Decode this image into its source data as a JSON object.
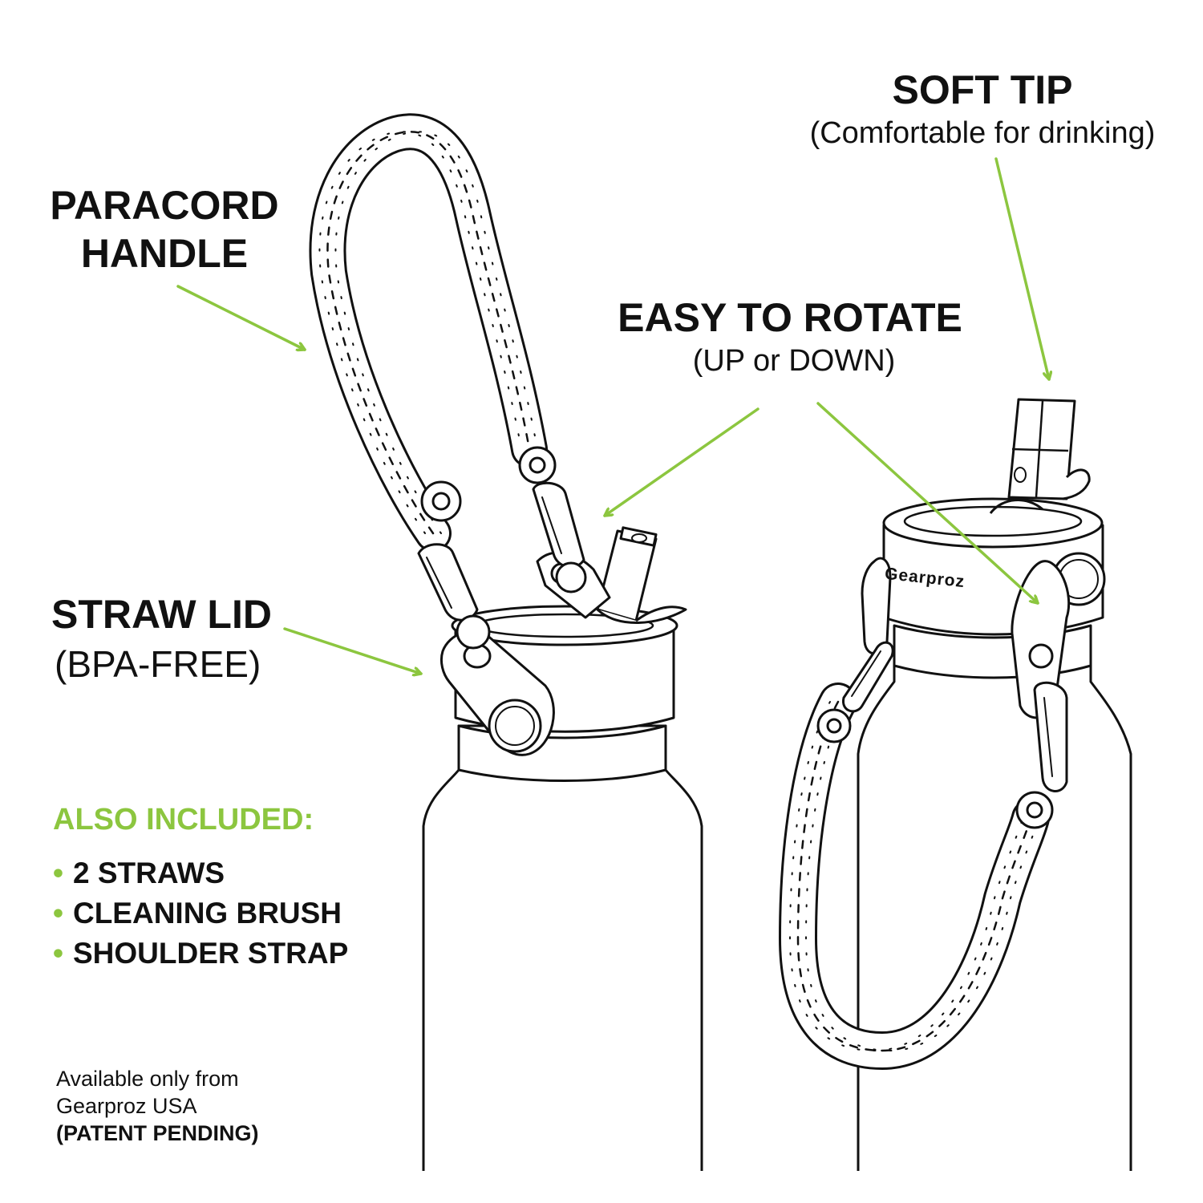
{
  "labels": {
    "paracord_line1": "PARACORD",
    "paracord_line2": "HANDLE",
    "straw_lid": "STRAW LID",
    "straw_lid_sub": "(BPA-FREE)",
    "soft_tip": "SOFT TIP",
    "soft_tip_sub": "(Comfortable for drinking)",
    "rotate": "EASY TO ROTATE",
    "rotate_sub": "(UP or DOWN)",
    "brand_on_lid": "Gearproz"
  },
  "also_included": {
    "heading": "ALSO INCLUDED:",
    "items": [
      {
        "bullet": "•",
        "text": "2 STRAWS"
      },
      {
        "bullet": "•",
        "text": "CLEANING BRUSH"
      },
      {
        "bullet": "•",
        "text": "SHOULDER STRAP"
      }
    ]
  },
  "footer": {
    "line1": "Available only from",
    "line2": "Gearproz USA",
    "line3": "(PATENT PENDING)"
  },
  "colors": {
    "accent": "#8cc63f",
    "ink": "#111111",
    "background": "#ffffff"
  }
}
